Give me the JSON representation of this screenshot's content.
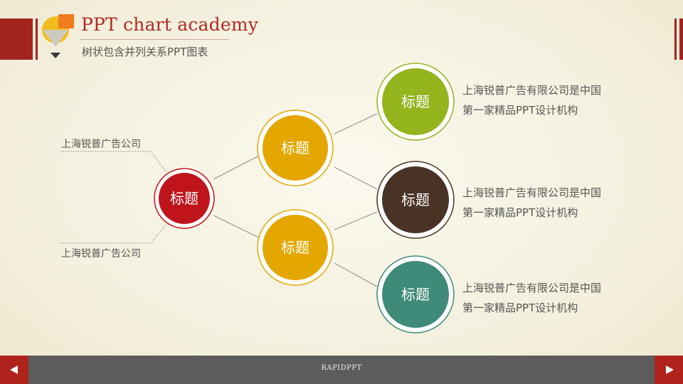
{
  "header": {
    "title": "PPT chart academy",
    "subtitle": "树状包含并列关系PPT图表"
  },
  "diagram": {
    "root": {
      "label": "标题",
      "color": "#c0141c"
    },
    "middle": [
      {
        "label": "标题",
        "color": "#e3a700"
      },
      {
        "label": "标题",
        "color": "#e3a700"
      }
    ],
    "leaves": [
      {
        "label": "标题",
        "color": "#94b51e",
        "desc_line1": "上海锐普广告有限公司是中国",
        "desc_line2": "第一家精品PPT设计机构"
      },
      {
        "label": "标题",
        "color": "#4a3325",
        "desc_line1": "上海锐普广告有限公司是中国",
        "desc_line2": "第一家精品PPT设计机构"
      },
      {
        "label": "标题",
        "color": "#3f8a78",
        "desc_line1": "上海锐普广告有限公司是中国",
        "desc_line2": "第一家精品PPT设计机构"
      }
    ],
    "left_notes": [
      "上海锐普广告公司",
      "上海锐普广告公司"
    ]
  },
  "footer": {
    "text": "RAPIDPPT"
  },
  "colors": {
    "accent": "#a3231e",
    "footer_bg": "#5c5c5c"
  },
  "icons": {
    "prev": "triangle-left-icon",
    "next": "triangle-right-icon",
    "logo": "pencil-pie-icon"
  }
}
